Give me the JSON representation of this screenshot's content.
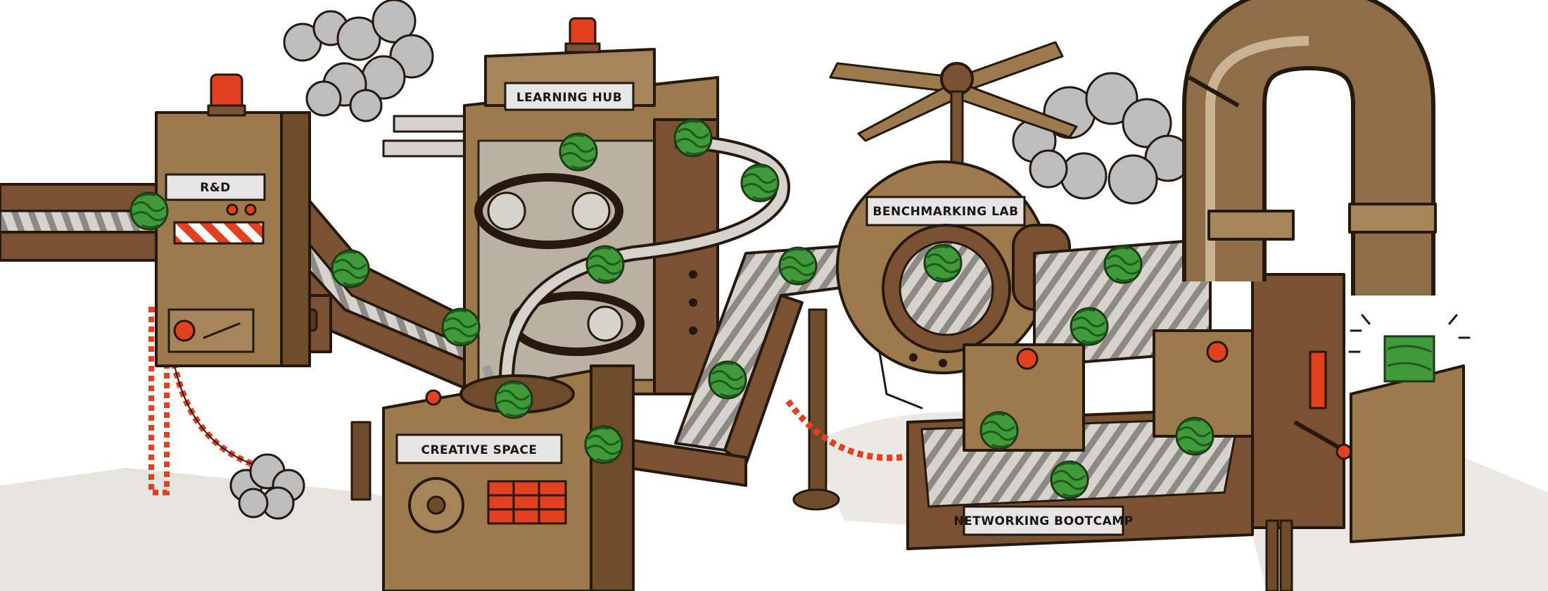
{
  "labels": {
    "rnd": "R&D",
    "learning_hub": "LEARNING HUB",
    "benchmarking_lab": "BENCHMARKING LAB",
    "creative_space": "CREATIVE SPACE",
    "networking_bootcamp": "NETWORKING BOOTCAMP"
  },
  "colors": {
    "machine_brown": "#9c7a4c",
    "machine_dark": "#6e4c2a",
    "conveyor_brown": "#7a5232",
    "watermelon_green": "#3f9b3a",
    "beacon_red": "#e2401f",
    "label_plate": "#e6e6e6",
    "smoke": "#bdbdbd",
    "floor_shadow": "#e6e4df"
  },
  "icons": [
    "watermelon-icon",
    "beacon-light-icon",
    "propeller-icon",
    "pipe-icon",
    "smoke-cloud-icon",
    "conveyor-belt-icon",
    "watermelon-cube-icon"
  ]
}
